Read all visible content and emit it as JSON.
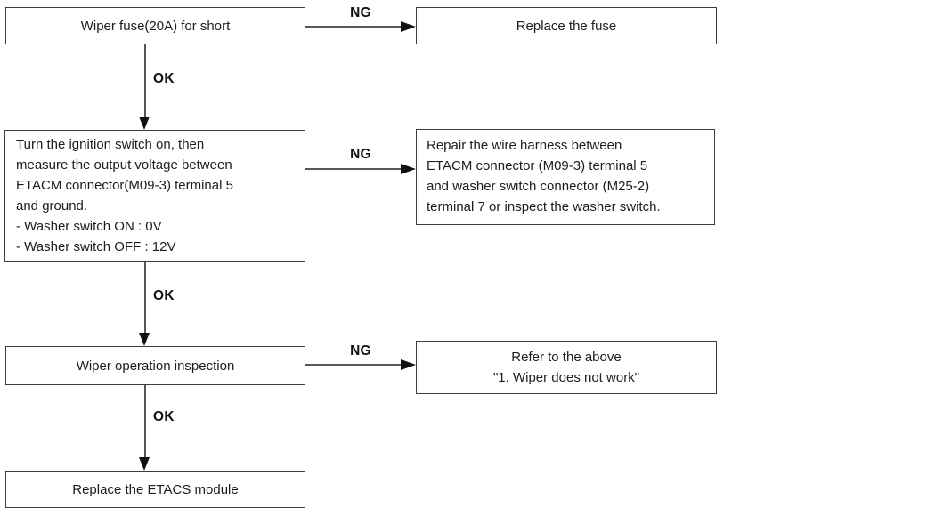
{
  "flowchart": {
    "nodes": {
      "check_fuse": "Wiper fuse(20A) for short",
      "replace_fuse": "Replace the fuse",
      "measure_voltage": "Turn the ignition switch on, then\nmeasure the output voltage between\nETACM connector(M09-3) terminal 5\nand ground.\n- Washer switch ON : 0V\n- Washer switch OFF : 12V",
      "repair_harness": "Repair the wire harness between\nETACM connector (M09-3) terminal 5\nand washer switch connector (M25-2)\nterminal 7 or inspect the washer switch.",
      "wiper_inspection": "Wiper operation inspection",
      "refer_above": "Refer to the above\n\"1. Wiper does not work\"",
      "replace_etacs": "Replace the ETACS module"
    },
    "edge_labels": {
      "ng_fuse": "NG",
      "ng_voltage": "NG",
      "ng_inspection": "NG",
      "ok_fuse": "OK",
      "ok_voltage": "OK",
      "ok_inspection": "OK"
    },
    "colors": {
      "background": "#ffffff",
      "box_border": "#3d3d3d",
      "connector_line": "#58585a",
      "arrowhead": "#111111",
      "text": "#1d1d1d"
    }
  }
}
